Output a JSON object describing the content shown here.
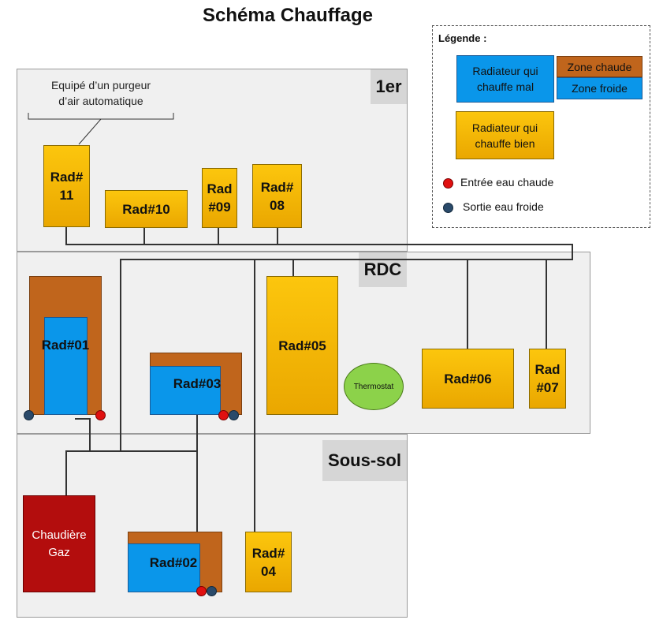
{
  "title": "Schéma Chauffage",
  "floors": {
    "first": "1er",
    "ground": "RDC",
    "basement": "Sous-sol"
  },
  "note": {
    "line1": "Equipé d’un purgeur",
    "line2": "d’air automatique"
  },
  "radiators": {
    "r11": "Rad#\n11",
    "r10": "Rad#10",
    "r09": "Rad\n#09",
    "r08": "Rad#\n08",
    "r01": "Rad#01",
    "r03": "Rad#03",
    "r05": "Rad#05",
    "r06": "Rad#06",
    "r07": "Rad\n#07",
    "r02": "Rad#02",
    "r04": "Rad#\n04"
  },
  "thermostat": "Thermostat",
  "boiler": "Chaudière\nGaz",
  "legend": {
    "title": "Légende :",
    "bad": "Radiateur qui\nchauffe mal",
    "hot_zone": "Zone chaude",
    "cold_zone": "Zone froide",
    "good": "Radiateur qui\nchauffe bien",
    "hot_in": "Entrée eau chaude",
    "cold_out": "Sortie eau froide"
  },
  "colors": {
    "radiator_ok": "#fcc60d",
    "hot_zone": "#c0651c",
    "cold_zone": "#0a96ea",
    "boiler": "#b30d0d",
    "thermostat": "#8cd24a",
    "hot_dot": "#e01010",
    "cold_dot": "#2a4a6a"
  }
}
